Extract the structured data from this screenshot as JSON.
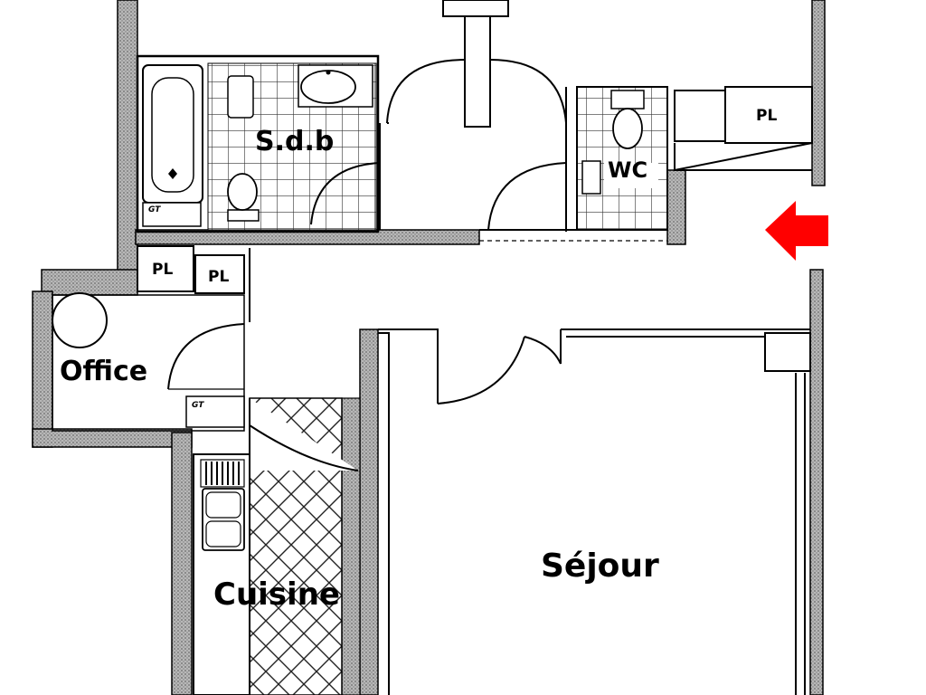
{
  "rooms": {
    "sdb": "S.d.b",
    "wc": "WC",
    "office": "Office",
    "cuisine": "Cuisine",
    "sejour": "Séjour"
  },
  "placards": {
    "pl_top_right": "PL",
    "pl_left_1": "PL",
    "pl_left_2": "PL"
  },
  "gt": {
    "gt_bath": "GT",
    "gt_kitchen": "GT"
  },
  "colors": {
    "wall": "#000000",
    "wall_fill": "#9a9a9a",
    "tile": "#4a4a4a",
    "entry_arrow": "#ff0000"
  },
  "icons": {
    "entry": "arrow-left-icon"
  }
}
